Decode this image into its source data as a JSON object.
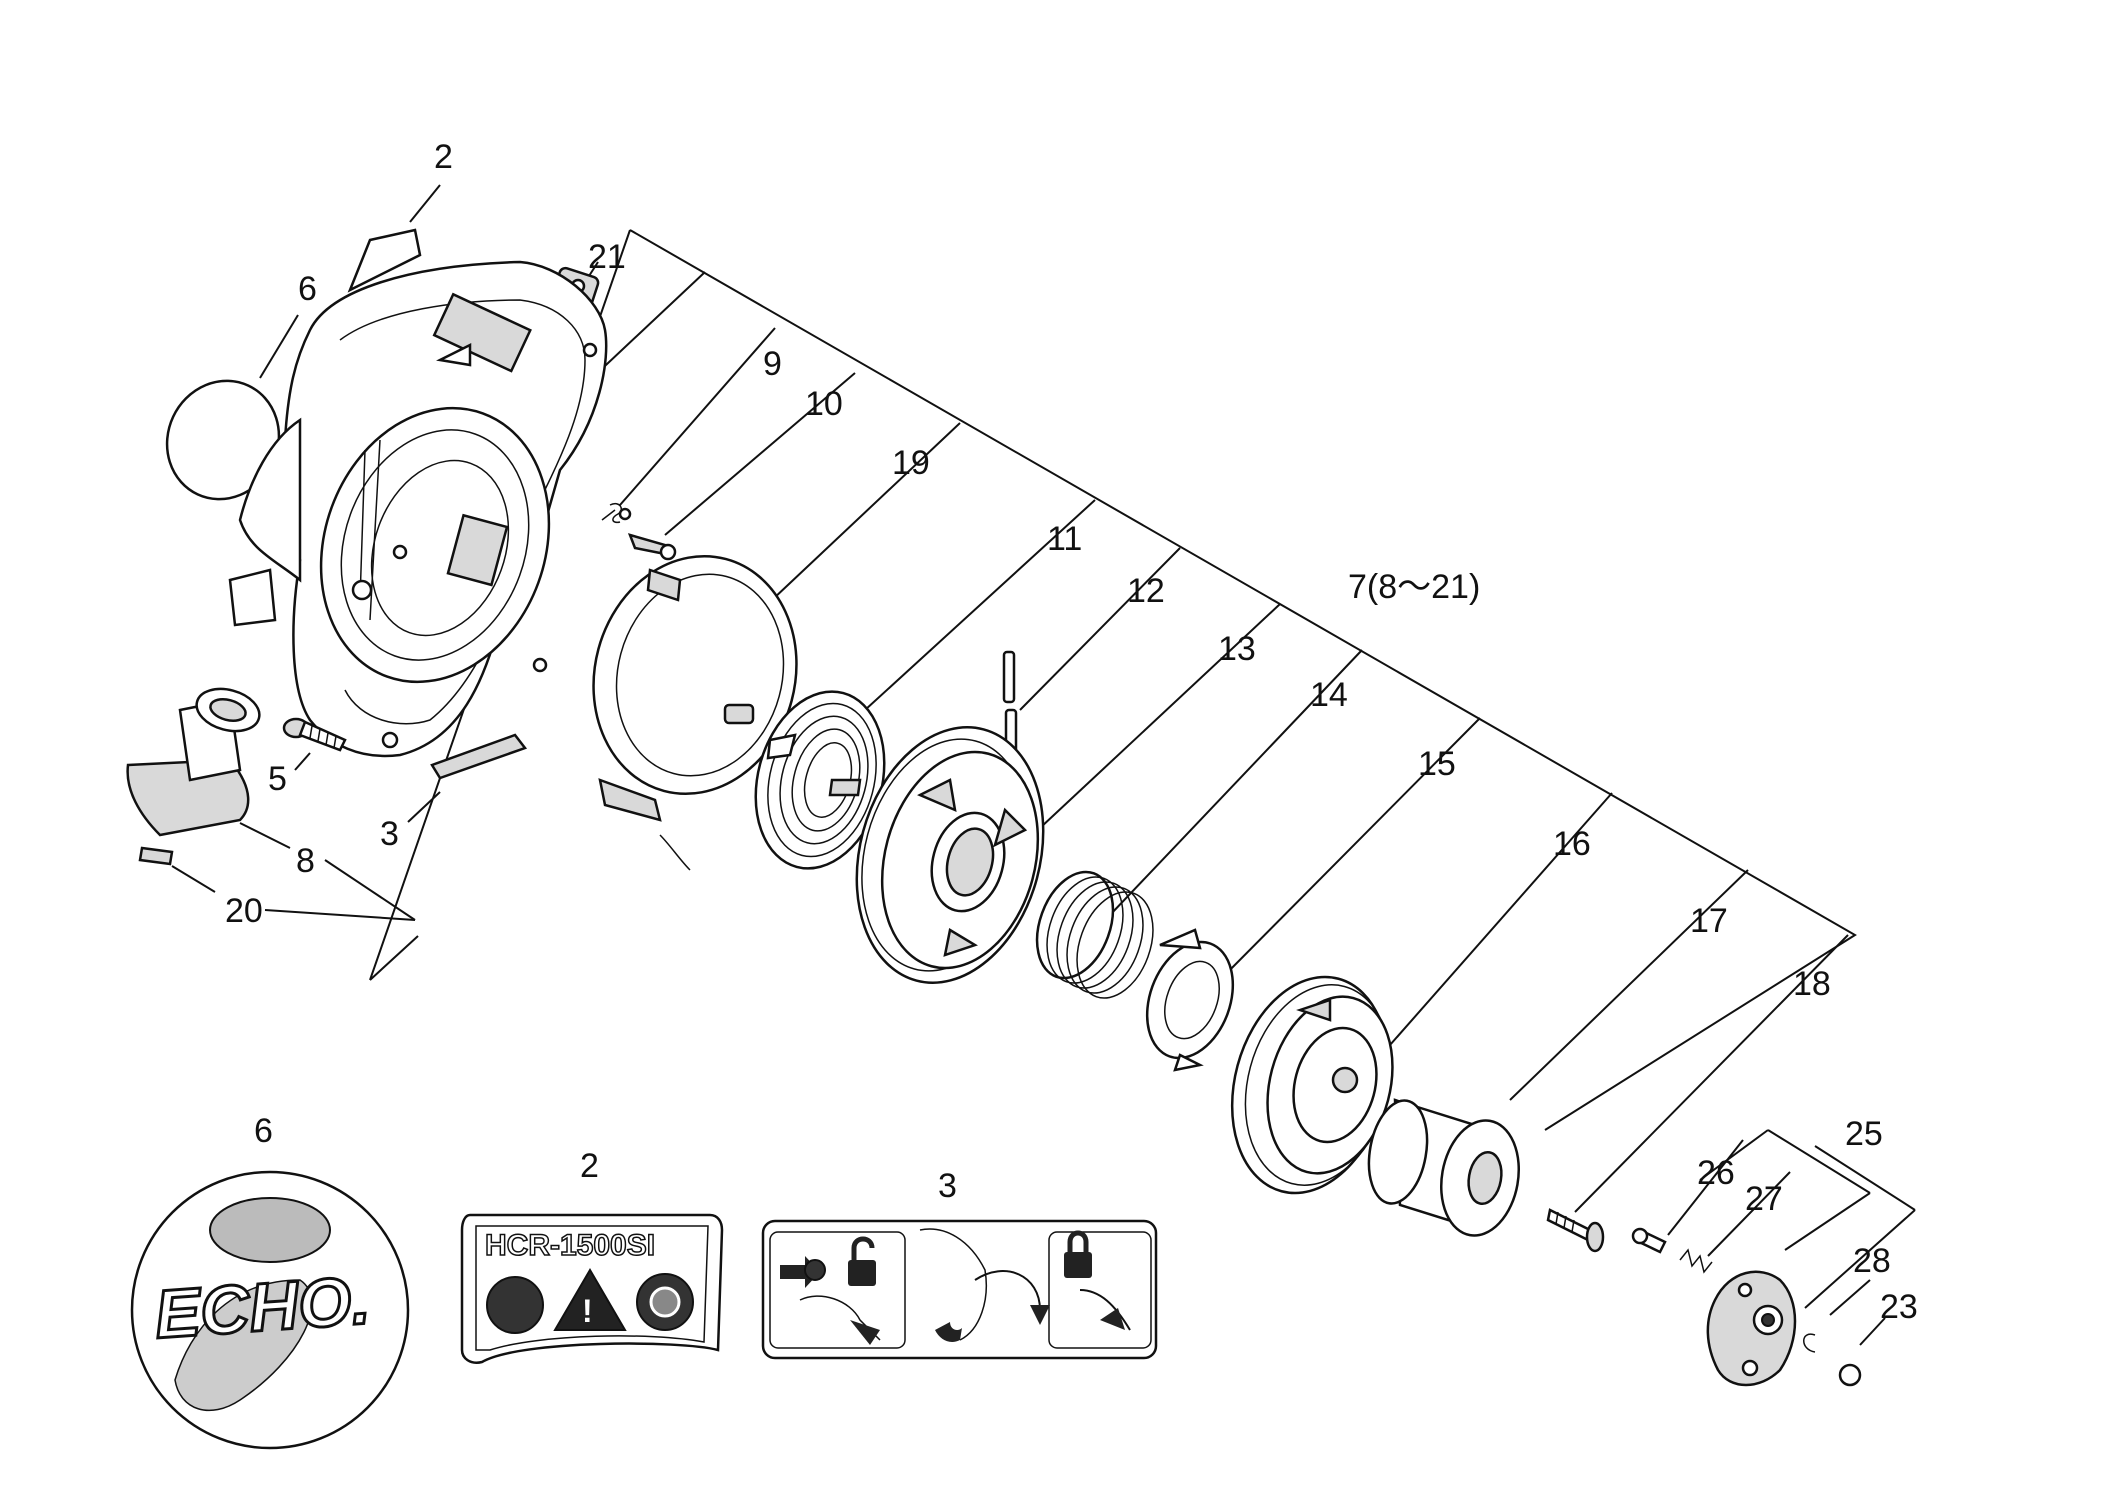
{
  "labels": {
    "l2": "2",
    "l21": "21",
    "l6": "6",
    "l9": "9",
    "l10": "10",
    "l19": "19",
    "l11": "11",
    "l12": "12",
    "l7": "7(8～21)",
    "l13": "13",
    "l14": "14",
    "l15": "15",
    "l16": "16",
    "l17": "17",
    "l18": "18",
    "l5": "5",
    "l3": "3",
    "l8": "8",
    "l20": "20",
    "l25": "25",
    "l26": "26",
    "l27": "27",
    "l28": "28",
    "l23": "23",
    "d6": "6",
    "d2": "2",
    "d3": "3"
  },
  "decals": {
    "model_text": "HCR-1500SI",
    "logo_text": "ECHO."
  },
  "icons": [
    "arrow-in-icon",
    "unlock-icon",
    "arrow-curve-icon",
    "lock-icon",
    "warning-icon",
    "manual-icon",
    "helmet-icon"
  ]
}
